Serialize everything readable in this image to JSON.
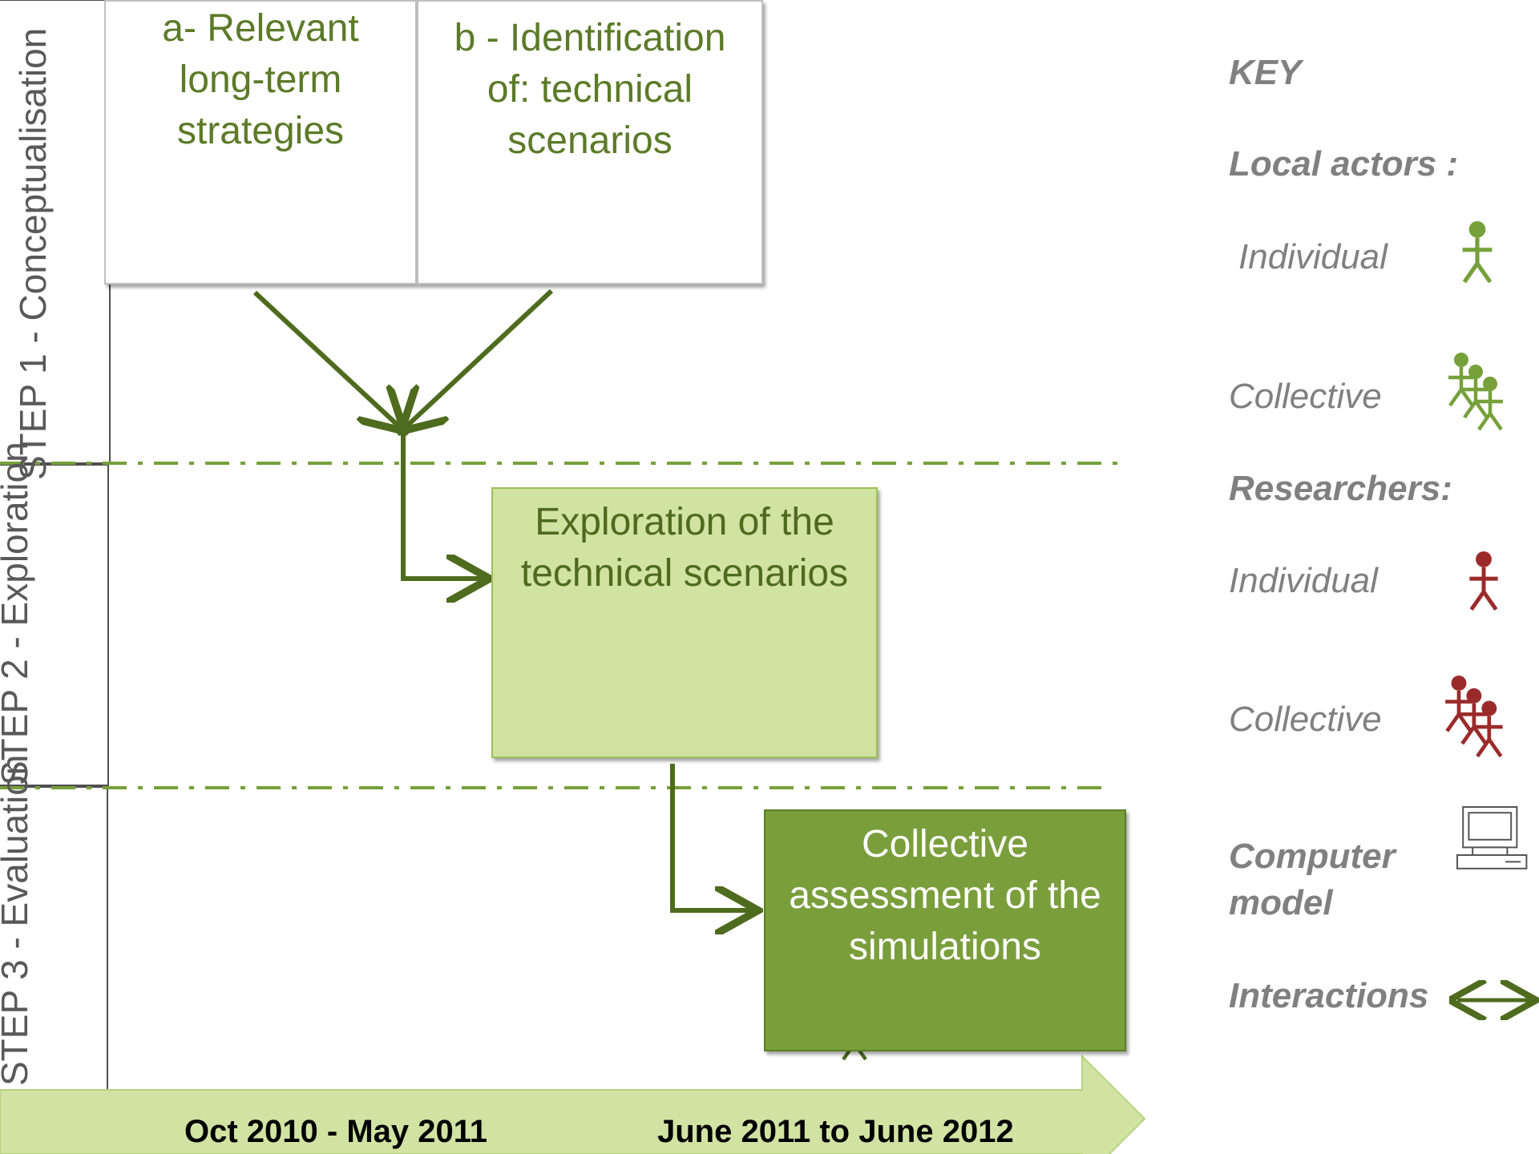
{
  "steps": [
    {
      "label": "STEP 1 - Conceptualisation"
    },
    {
      "label": "STEP 2 - Exploration"
    },
    {
      "label": "STEP 3 - Evaluation"
    }
  ],
  "boxes": {
    "a": "a- Relevant long-term strategies",
    "b": "b - Identification of: technical scenarios",
    "exploration": "Exploration of the technical scenarios",
    "assessment": "Collective assessment of the simulations"
  },
  "timeline": {
    "left": "Oct 2010 - May 2011",
    "right": "June 2011 to  June 2012"
  },
  "key": {
    "title": "KEY",
    "local_actors": "Local actors :",
    "local_individual": "Individual",
    "local_collective": "Collective",
    "researchers": "Researchers:",
    "researcher_individual": "Individual",
    "researcher_collective": "Collective",
    "computer_model": "Computer model",
    "interactions": "Interactions"
  },
  "colors": {
    "local_actor": "#76a03a",
    "researcher": "#9b2b2b",
    "arrow": "#4e6b1e",
    "dashed_line": "#76a03a",
    "timeline_fill": "#d1e3a3"
  },
  "icons": [
    "person-icon",
    "group-icon",
    "computer-icon",
    "double-arrow-icon",
    "flow-arrow-icon"
  ]
}
